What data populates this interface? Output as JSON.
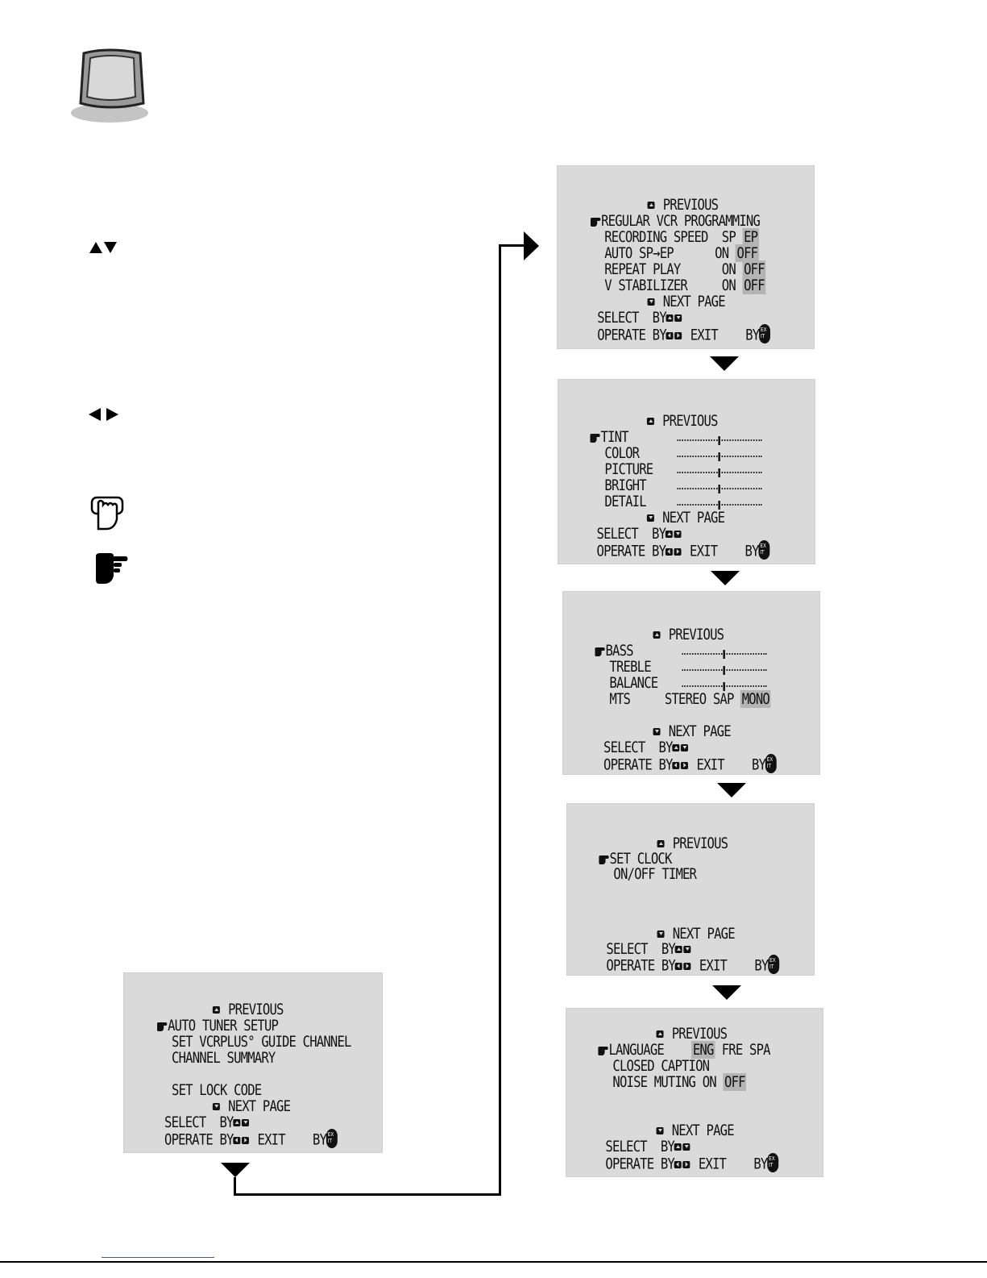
{
  "common": {
    "previous": "PREVIOUS",
    "next_page": "NEXT PAGE",
    "select_by": "SELECT  BY",
    "operate_by": "OPERATE BY",
    "exit": "EXIT",
    "by": "BY"
  },
  "screen1": {
    "items": [
      "AUTO TUNER SETUP",
      "SET VCRPLUS° GUIDE CHANNEL",
      "CHANNEL SUMMARY",
      "SET LOCK CODE"
    ]
  },
  "screen2": {
    "item1": "REGULAR VCR PROGRAMMING",
    "rec_label": "RECORDING SPEED",
    "rec_opt1": "SP",
    "rec_opt2": "EP",
    "auto_label": "AUTO SP→EP",
    "auto_opt1": "ON",
    "auto_opt2": "OFF",
    "repeat_label": "REPEAT PLAY",
    "repeat_opt1": "ON",
    "repeat_opt2": "OFF",
    "stab_label": "V STABILIZER",
    "stab_opt1": "ON",
    "stab_opt2": "OFF"
  },
  "screen3": {
    "items": [
      "TINT",
      "COLOR",
      "PICTURE",
      "BRIGHT",
      "DETAIL"
    ]
  },
  "screen4": {
    "items": [
      "BASS",
      "TREBLE",
      "BALANCE"
    ],
    "mts_label": "MTS",
    "mts_opt1": "STEREO",
    "mts_opt2": "SAP",
    "mts_opt3": "MONO"
  },
  "screen5": {
    "items": [
      "SET CLOCK",
      "ON/OFF TIMER"
    ]
  },
  "screen6": {
    "lang_label": "LANGUAGE",
    "lang_opt1": "ENG",
    "lang_opt2": "FRE",
    "lang_opt3": "SPA",
    "cc_label": "CLOSED CAPTION",
    "noise_label": "NOISE MUTING",
    "noise_opt1": "ON",
    "noise_opt2": "OFF"
  }
}
